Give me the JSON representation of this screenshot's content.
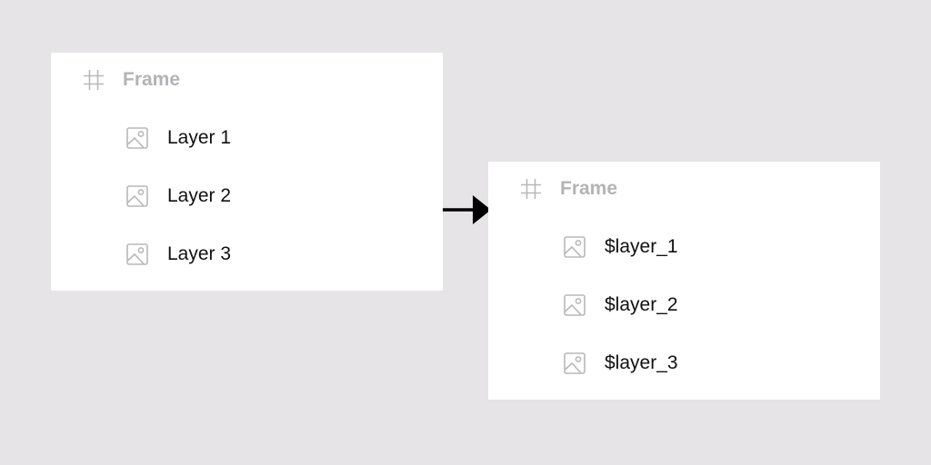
{
  "colors": {
    "background": "#e6e4e7",
    "panel": "#ffffff",
    "frame_label": "#b5b3b7",
    "icon_stroke": "#b9b7bb",
    "layer_label": "#111111",
    "arrow": "#000000"
  },
  "before": {
    "frame": {
      "icon": "frame-hash-icon",
      "label": "Frame"
    },
    "layers": [
      {
        "icon": "image-icon",
        "label": "Layer 1"
      },
      {
        "icon": "image-icon",
        "label": "Layer 2"
      },
      {
        "icon": "image-icon",
        "label": "Layer 3"
      }
    ]
  },
  "transition": {
    "icon": "arrow-right-icon"
  },
  "after": {
    "frame": {
      "icon": "frame-hash-icon",
      "label": "Frame"
    },
    "layers": [
      {
        "icon": "image-icon",
        "label": "$layer_1"
      },
      {
        "icon": "image-icon",
        "label": "$layer_2"
      },
      {
        "icon": "image-icon",
        "label": "$layer_3"
      }
    ]
  }
}
